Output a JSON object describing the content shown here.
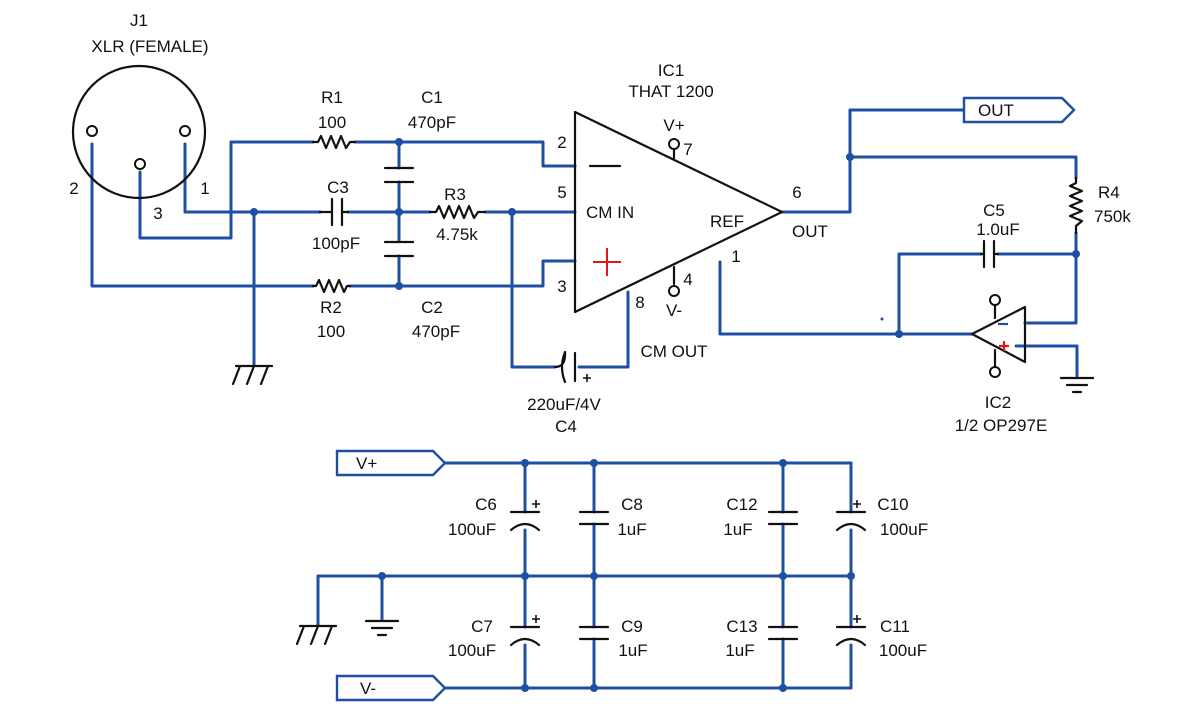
{
  "components": {
    "j1": {
      "ref": "J1",
      "type": "XLR (FEMALE)",
      "pins": [
        "1",
        "2",
        "3"
      ]
    },
    "r1": {
      "ref": "R1",
      "value": "100"
    },
    "r2": {
      "ref": "R2",
      "value": "100"
    },
    "r3": {
      "ref": "R3",
      "value": "4.75k"
    },
    "r4": {
      "ref": "R4",
      "value": "750k"
    },
    "c1": {
      "ref": "C1",
      "value": "470pF"
    },
    "c2": {
      "ref": "C2",
      "value": "470pF"
    },
    "c3": {
      "ref": "C3",
      "value": "100pF"
    },
    "c4": {
      "ref": "C4",
      "value": "220uF/4V"
    },
    "c5": {
      "ref": "C5",
      "value": "1.0uF"
    },
    "c6": {
      "ref": "C6",
      "value": "100uF"
    },
    "c7": {
      "ref": "C7",
      "value": "100uF"
    },
    "c8": {
      "ref": "C8",
      "value": "1uF"
    },
    "c9": {
      "ref": "C9",
      "value": "1uF"
    },
    "c10": {
      "ref": "C10",
      "value": "100uF"
    },
    "c11": {
      "ref": "C11",
      "value": "100uF"
    },
    "c12": {
      "ref": "C12",
      "value": "1uF"
    },
    "c13": {
      "ref": "C13",
      "value": "1uF"
    },
    "ic1": {
      "ref": "IC1",
      "part": "THAT 1200",
      "pins": {
        "inv": "2",
        "cmin": "5",
        "noninv": "3",
        "vplus": "7",
        "vminus": "4",
        "out": "6",
        "ref": "1",
        "cmout": "8"
      },
      "labels": {
        "cmin": "CM IN",
        "ref": "REF",
        "out": "OUT",
        "cmout": "CM OUT",
        "vplus": "V+",
        "vminus": "V-"
      }
    },
    "ic2": {
      "ref": "IC2",
      "part": "1/2  OP297E"
    }
  },
  "ports": {
    "out": "OUT",
    "vplus": "V+",
    "vminus": "V-"
  },
  "colors": {
    "wire": "#1f4fa3",
    "symbol": "#111111",
    "opamp_sign": "#e0161b",
    "background": "#ffffff"
  }
}
